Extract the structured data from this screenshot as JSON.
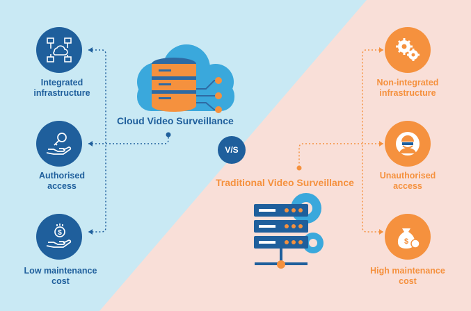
{
  "colors": {
    "left_bg": "#c9e9f4",
    "right_bg": "#f9dfd8",
    "blue": "#1f5f9c",
    "orange": "#f5913e",
    "cloud": "#3aa8dc"
  },
  "vs_label": "V/S",
  "cloud": {
    "title": "Cloud Video Surveillance",
    "features": [
      {
        "icon": "network-icon",
        "line1": "Integrated",
        "line2": "infrastructure"
      },
      {
        "icon": "key-hand-icon",
        "line1": "Authorised",
        "line2": "access"
      },
      {
        "icon": "dollar-hand-icon",
        "line1": "Low maintenance",
        "line2": "cost"
      }
    ]
  },
  "traditional": {
    "title": "Traditional Video Surveillance",
    "features": [
      {
        "icon": "gears-icon",
        "line1": "Non-integrated",
        "line2": "infrastructure"
      },
      {
        "icon": "intruder-icon",
        "line1": "Unauthorised",
        "line2": "access"
      },
      {
        "icon": "money-bag-icon",
        "line1": "High maintenance",
        "line2": "cost"
      }
    ]
  }
}
